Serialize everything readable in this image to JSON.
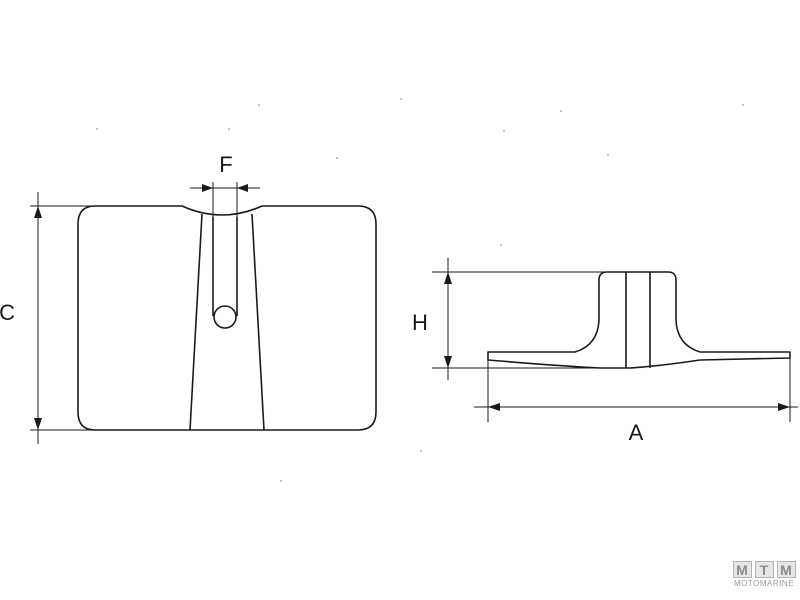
{
  "dimensions": {
    "width_label": "F",
    "height_label": "C",
    "profile_height_label": "H",
    "profile_length_label": "A"
  },
  "watermark": {
    "letters": [
      "M",
      "T",
      "M"
    ],
    "text": "MOTOMARINE"
  }
}
